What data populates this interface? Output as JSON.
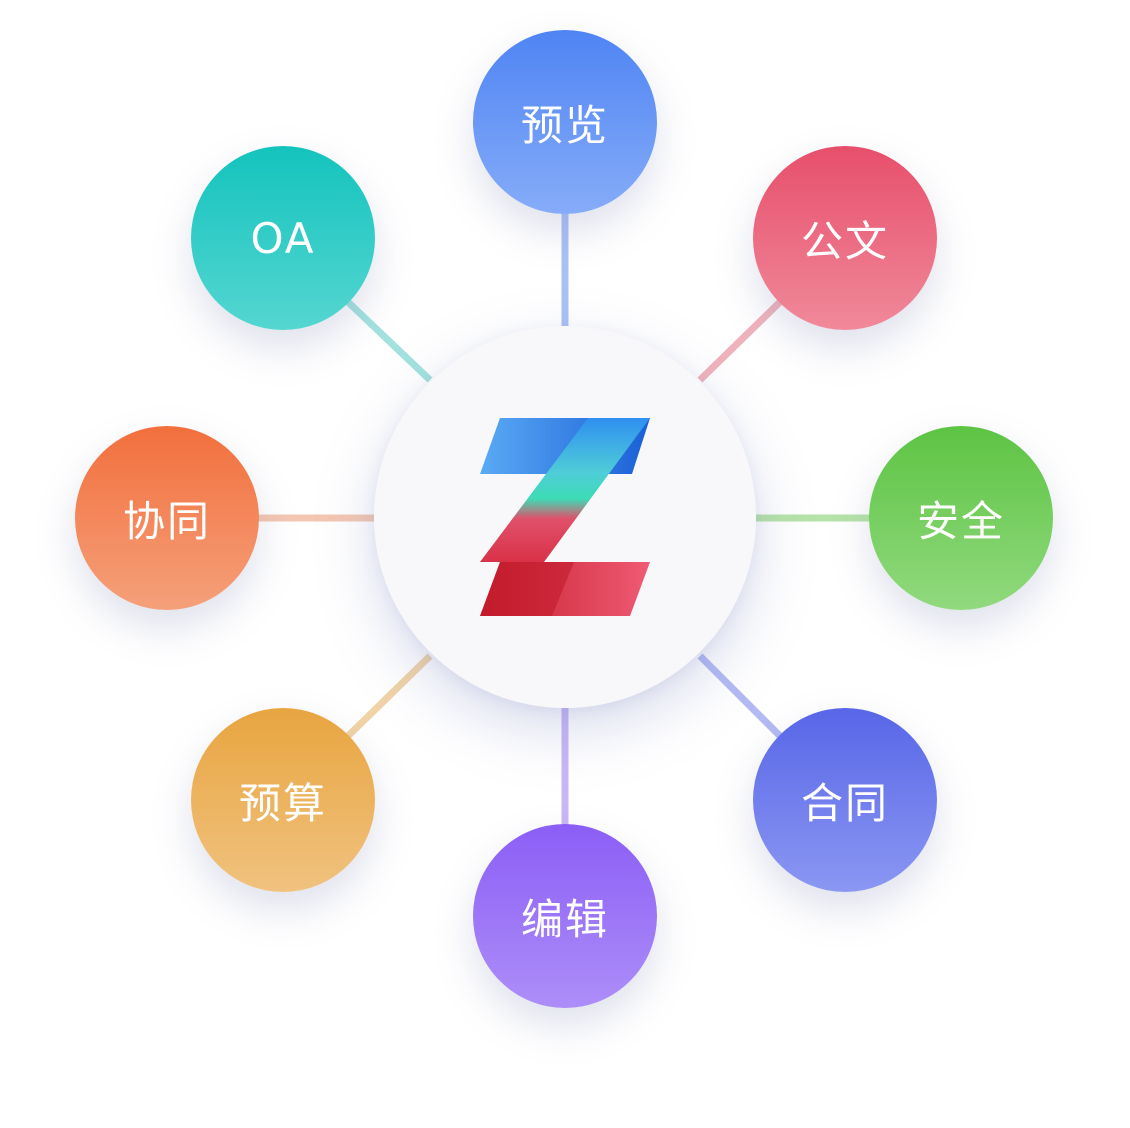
{
  "nodes": {
    "preview": "预览",
    "gongwen": "公文",
    "security": "安全",
    "contract": "合同",
    "edit": "编辑",
    "budget": "预算",
    "collab": "协同",
    "oa": "OA"
  },
  "colors": {
    "preview": "#4f84f4",
    "gongwen": "#e74f6b",
    "security": "#5dc443",
    "contract": "#5866e8",
    "edit": "#8b5ef6",
    "budget": "#e8a540",
    "collab": "#f26f3d",
    "oa": "#14c3bd"
  },
  "center_logo": "Z-logo-icon"
}
